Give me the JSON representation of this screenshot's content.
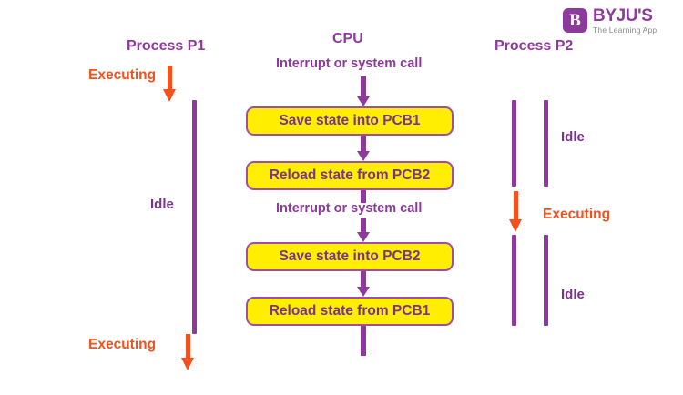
{
  "logo": {
    "mark_letter": "B",
    "name": "BYJU'S",
    "tagline": "The Learning App"
  },
  "columns": {
    "left": {
      "title": "Process P1"
    },
    "center": {
      "title": "CPU"
    },
    "right": {
      "title": "Process P2"
    }
  },
  "center_labels": {
    "interrupt_top": "Interrupt or system call",
    "interrupt_mid": "Interrupt or system call"
  },
  "boxes": [
    {
      "label": "Save state into PCB1"
    },
    {
      "label": "Reload state from PCB2"
    },
    {
      "label": "Save state into PCB2"
    },
    {
      "label": "Reload state from PCB1"
    }
  ],
  "p1_states": {
    "executing_top": "Executing",
    "idle": "Idle",
    "executing_bottom": "Executing"
  },
  "p2_states": {
    "idle_top": "Idle",
    "executing": "Executing",
    "idle_bottom": "Idle"
  },
  "colors": {
    "purple": "#8e3a9c",
    "purple_text": "#7b3391",
    "orange": "#f4511e",
    "box_fill": "#ffee00",
    "box_border": "#a24ba8",
    "background": "#ffffff"
  }
}
